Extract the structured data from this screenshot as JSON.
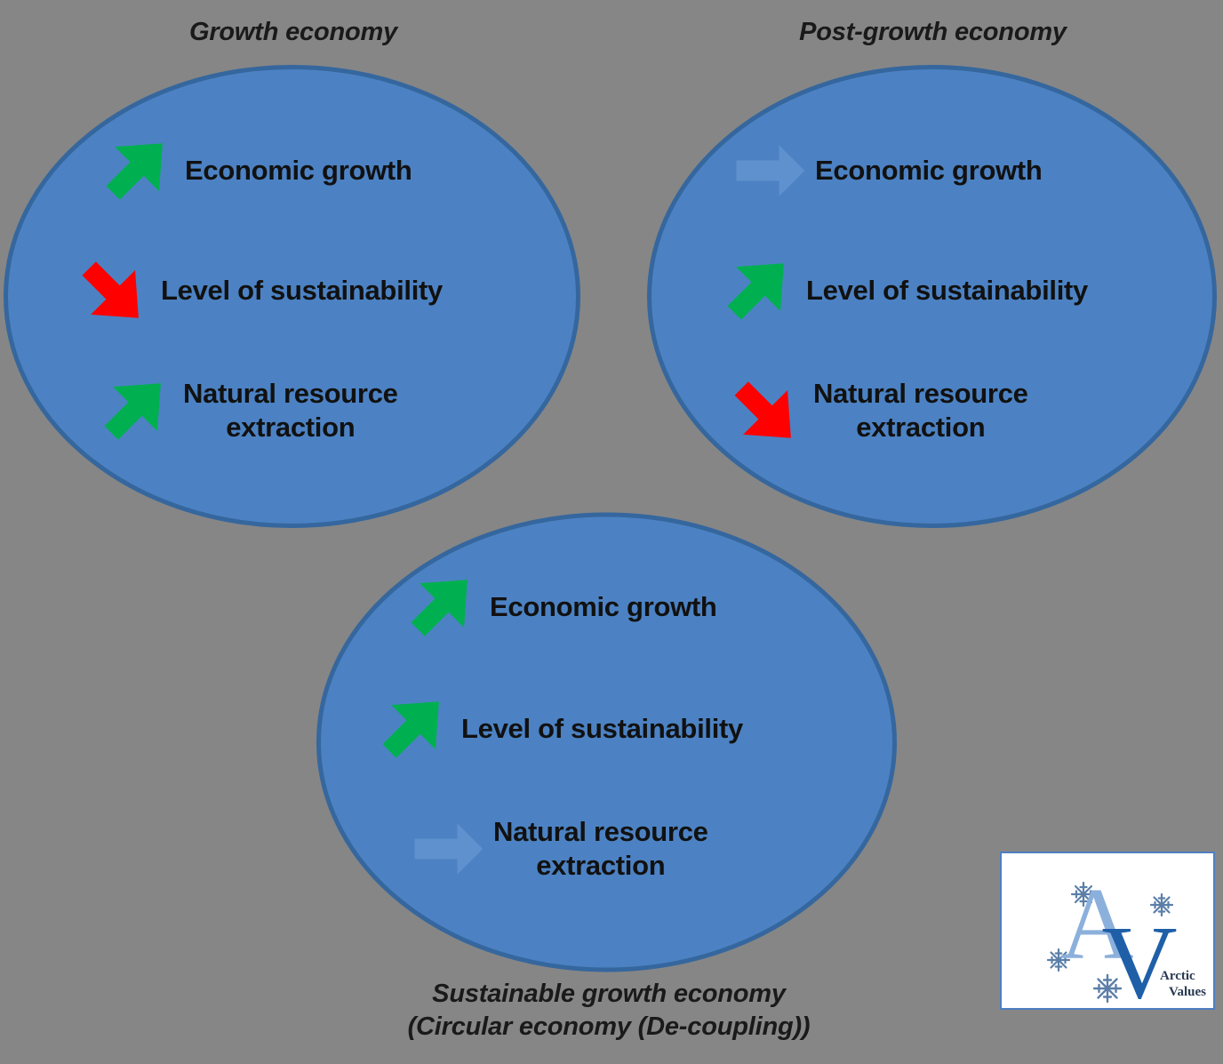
{
  "diagram": {
    "title_top_left": "Growth economy",
    "title_top_right": "Post-growth economy",
    "caption_bottom": "Sustainable growth economy\n(Circular economy (De-coupling))",
    "background_color": "#868686",
    "ellipse_fill": "#4C82C3",
    "ellipse_stroke": "#35679E",
    "arrow_up_color": "#00B050",
    "arrow_down_color": "#FF0000",
    "arrow_flat_color": "#5E91CE"
  },
  "panels": [
    {
      "id": "growth-economy",
      "label": "Growth economy",
      "label_position": "top",
      "rows": [
        {
          "text": "Economic growth",
          "trend": "up",
          "arrow_icon": "arrow-up-right-green-icon"
        },
        {
          "text": "Level of sustainability",
          "trend": "down",
          "arrow_icon": "arrow-down-right-red-icon"
        },
        {
          "text": "Natural resource\nextraction",
          "trend": "up",
          "arrow_icon": "arrow-up-right-green-icon"
        }
      ]
    },
    {
      "id": "post-growth-economy",
      "label": "Post-growth economy",
      "label_position": "top",
      "rows": [
        {
          "text": "Economic growth",
          "trend": "flat",
          "arrow_icon": "arrow-right-flat-icon"
        },
        {
          "text": "Level of sustainability",
          "trend": "up",
          "arrow_icon": "arrow-up-right-green-icon"
        },
        {
          "text": "Natural resource\nextraction",
          "trend": "down",
          "arrow_icon": "arrow-down-right-red-icon"
        }
      ]
    },
    {
      "id": "sustainable-growth-economy",
      "label": "Sustainable growth economy\n(Circular economy (De-coupling))",
      "label_position": "bottom",
      "rows": [
        {
          "text": "Economic growth",
          "trend": "up",
          "arrow_icon": "arrow-up-right-green-icon"
        },
        {
          "text": "Level of sustainability",
          "trend": "up",
          "arrow_icon": "arrow-up-right-green-icon"
        },
        {
          "text": "Natural resource\nextraction",
          "trend": "flat",
          "arrow_icon": "arrow-right-flat-icon"
        }
      ]
    }
  ],
  "logo": {
    "letter_a": "A",
    "letter_v": "V",
    "name_line1": "Arctic",
    "name_line2": "Values",
    "letter_a_color": "#8CB0DC",
    "letter_v_color": "#1F5FA8",
    "snowflake_color": "#5B7FA8",
    "snowflake_count": 4
  }
}
